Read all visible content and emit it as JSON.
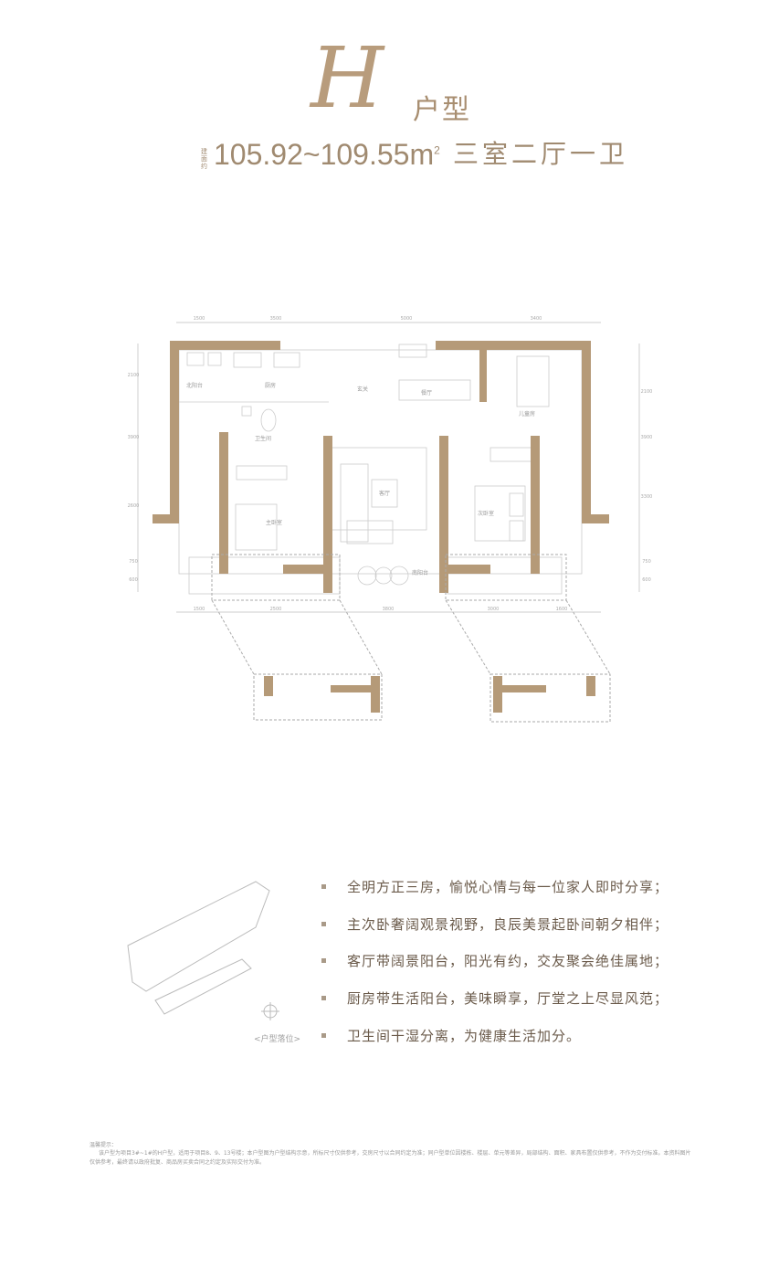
{
  "header": {
    "unit_letter": "H",
    "unit_suffix": "户型",
    "area_prefix": "建面约",
    "area_range": "105.92~109.55m",
    "area_unit_sup": "2",
    "layout": "三室二厅一卫"
  },
  "floorplan": {
    "rooms": {
      "north_balcony": "北阳台",
      "kitchen": "厨房",
      "foyer": "玄关",
      "dining": "餐厅",
      "kids_room": "儿童房",
      "bathroom": "卫生间",
      "living": "客厅",
      "master_bedroom": "主卧室",
      "second_bedroom": "次卧室",
      "south_balcony": "南阳台"
    },
    "dims_top": [
      "1500",
      "3500",
      "5000",
      "3400"
    ],
    "dims_bottom": [
      "1500",
      "2500",
      "3800",
      "3000",
      "1600"
    ],
    "dims_right": [
      "2100",
      "3900",
      "3300",
      "750",
      "600"
    ],
    "dims_left": [
      "2100",
      "3900",
      "2600",
      "750",
      "600"
    ]
  },
  "features": [
    "全明方正三房，愉悦心情与每一位家人即时分享；",
    "主次卧奢阔观景视野，良辰美景起卧间朝夕相伴；",
    "客厅带阔景阳台，阳光有约，交友聚会绝佳属地；",
    "厨房带生活阳台，美味瞬享，厅堂之上尽显风范；",
    "卫生间干湿分离，为健康生活加分。"
  ],
  "site_label": "<户型落位>",
  "notice": {
    "title": "温馨提示：",
    "text": "该户型为项目3#~1#的H户型，适用于项目8、9、13号楼；本户型图为户型结构示意，所标尺寸仅供参考，交房尺寸以合同约定为准；同户型单位因楼栋、楼层、单元等差异，局部结构、面积、家具布置仅供参考，不作为交付标准。本资料图片仅供参考，最终请以政府批复、商品房买卖合同之约定及实际交付为准。"
  },
  "colors": {
    "wall": "#b59a78",
    "text": "#a08a70"
  }
}
